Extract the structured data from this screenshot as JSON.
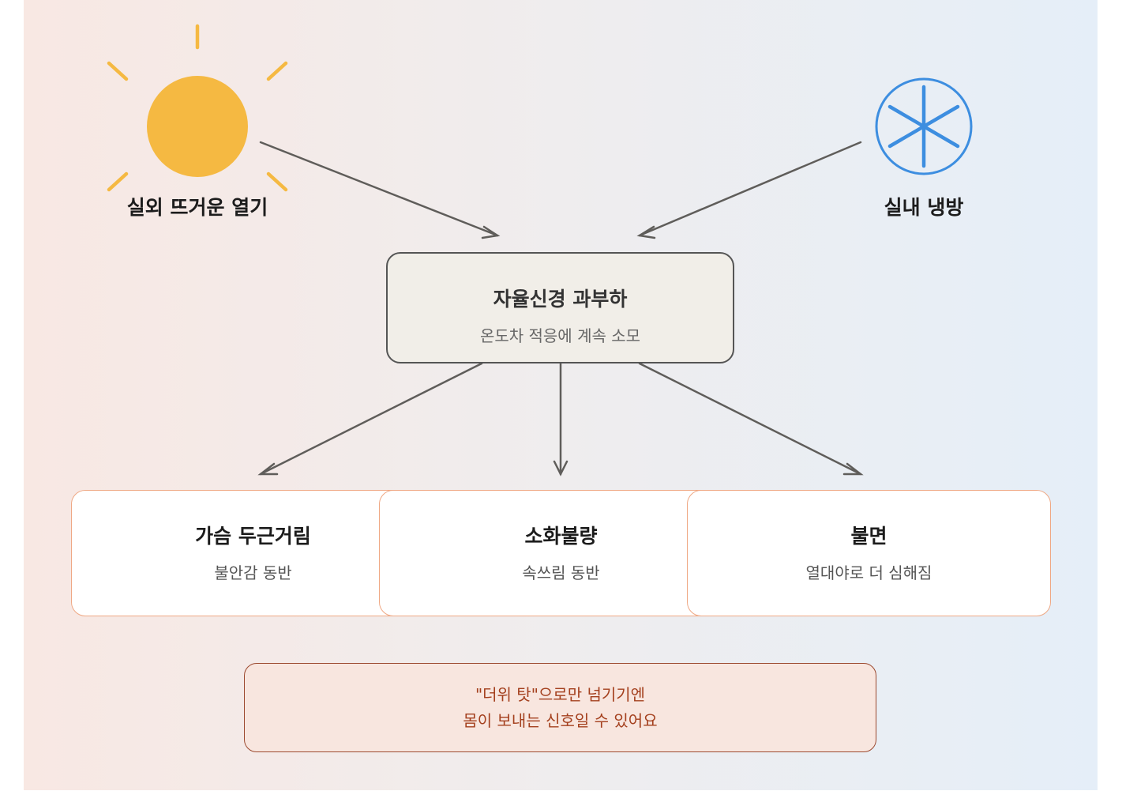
{
  "sources": {
    "heat": {
      "label": "실외 뜨거운 열기",
      "color": "#f5b942",
      "icon": "sun-icon"
    },
    "cool": {
      "label": "실내 냉방",
      "color": "#3d8ee0",
      "icon": "snowflake-icon"
    }
  },
  "center": {
    "title": "자율신경 과부하",
    "subtitle": "온도차 적응에 계속 소모"
  },
  "effects": [
    {
      "title": "가슴 두근거림",
      "subtitle": "불안감 동반"
    },
    {
      "title": "소화불량",
      "subtitle": "속쓰림 동반"
    },
    {
      "title": "불면",
      "subtitle": "열대야로 더 심해짐"
    }
  ],
  "note": {
    "line1": "\"더위 탓\"으로만 넘기기엔",
    "line2": "몸이 보내는 신호일 수 있어요"
  },
  "colors": {
    "arrow": "#5f5d5a",
    "effect_border": "#efa884",
    "note_text": "#a4401e"
  }
}
